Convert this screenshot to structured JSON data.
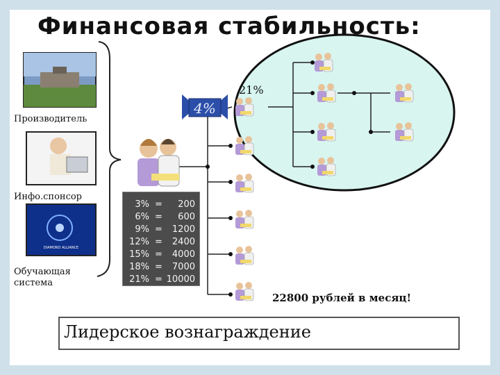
{
  "slide": {
    "title": "Финансовая стабильность:",
    "producer_caption": "Производитель",
    "sponsor_caption": "Инфо.спонсор",
    "training_caption": "Обучающая система",
    "badge_percent": "4%",
    "circle_percent": "21%",
    "monthly_income": "22800 рублей в месяц!",
    "leader_reward": "Лидерское вознаграждение",
    "training_logo_text": "DIAMOND ALLIANCE"
  },
  "bonus_table": {
    "rows": [
      {
        "percent": "3%",
        "eq": "=",
        "amount": "200"
      },
      {
        "percent": "6%",
        "eq": "=",
        "amount": "600"
      },
      {
        "percent": "9%",
        "eq": "=",
        "amount": "1200"
      },
      {
        "percent": "12%",
        "eq": "=",
        "amount": "2400"
      },
      {
        "percent": "15%",
        "eq": "=",
        "amount": "4000"
      },
      {
        "percent": "18%",
        "eq": "=",
        "amount": "7000"
      },
      {
        "percent": "21%",
        "eq": "=",
        "amount": "10000"
      }
    ]
  },
  "colors": {
    "circle_fill": "#d8f5f0",
    "badge": "#2b4ea8",
    "table_bg": "#4b4b4b",
    "background": "#cfe0ea"
  }
}
